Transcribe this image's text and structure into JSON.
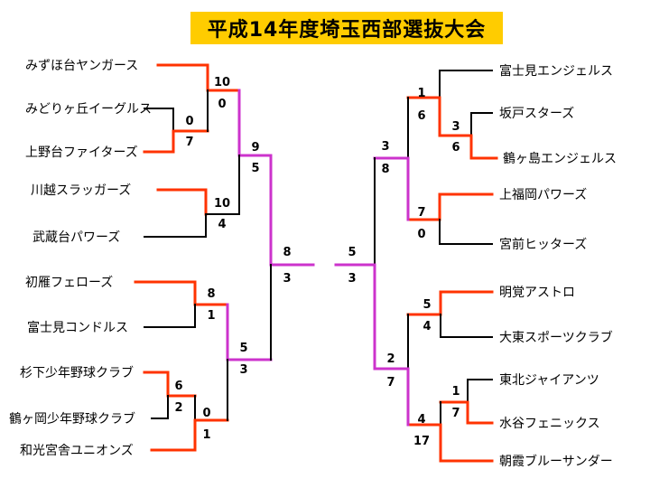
{
  "title": "平成14年度埼玉西部選抜大会",
  "colors": {
    "winner_line": "#ff3300",
    "advance_line": "#cc33cc",
    "loser_line": "#000000",
    "title_bg": "#ffcc00"
  },
  "left_teams": [
    "みずほ台ヤンガース",
    "みどりヶ丘イーグルス",
    "上野台ファイターズ",
    "川越スラッガーズ",
    "武蔵台パワーズ",
    "初雁フェローズ",
    "富士見コンドルス",
    "杉下少年野球クラブ",
    "鶴ヶ岡少年野球クラブ",
    "和光宮舎ユニオンズ"
  ],
  "right_teams": [
    "富士見エンジェルス",
    "坂戸スターズ",
    "鶴ヶ島エンジェルス",
    "上福岡パワーズ",
    "宮前ヒッターズ",
    "明覚アストロ",
    "大東スポーツクラブ",
    "東北ジャイアンツ",
    "水谷フェニックス",
    "朝霞ブルーサンダー"
  ],
  "left_scores": {
    "r1_a": [
      "0",
      "7"
    ],
    "r2_a": [
      "10",
      "0"
    ],
    "r2_b": [
      "10",
      "4"
    ],
    "r3_a": [
      "9",
      "5"
    ],
    "r1_b": [
      "6",
      "2"
    ],
    "r2_c": [
      "8",
      "1"
    ],
    "r2_d": [
      "0",
      "1"
    ],
    "r3_b": [
      "5",
      "3"
    ],
    "semi": [
      "8",
      "3"
    ]
  },
  "right_scores": {
    "r1_a": [
      "3",
      "6"
    ],
    "r2_a": [
      "1",
      "6"
    ],
    "r2_b": [
      "7",
      "0"
    ],
    "r3_a": [
      "3",
      "8"
    ],
    "r2_c": [
      "5",
      "4"
    ],
    "r1_b": [
      "1",
      "7"
    ],
    "r2_d": [
      "4",
      "17"
    ],
    "r3_b": [
      "2",
      "7"
    ],
    "semi": [
      "5",
      "3"
    ]
  }
}
